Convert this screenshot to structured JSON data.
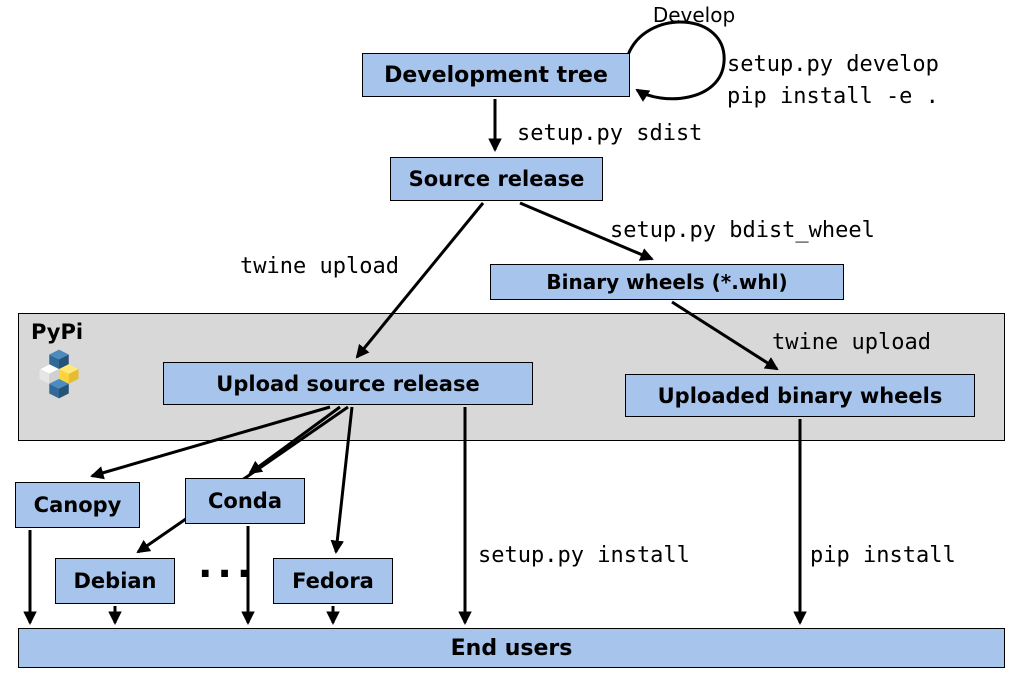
{
  "nodes": {
    "development_tree": "Development tree",
    "source_release": "Source release",
    "binary_wheels": "Binary wheels (*.whl)",
    "upload_source_release": "Upload source release",
    "uploaded_binary_wheels": "Uploaded binary wheels",
    "canopy": "Canopy",
    "conda": "Conda",
    "debian": "Debian",
    "fedora": "Fedora",
    "more_distros": "...",
    "end_users": "End users"
  },
  "labels": {
    "develop": "Develop",
    "develop_cmd_1": "setup.py develop",
    "develop_cmd_2": "pip install -e .",
    "sdist": "setup.py sdist",
    "twine_upload_left": "twine upload",
    "bdist_wheel": "setup.py bdist_wheel",
    "twine_upload_right": "twine upload",
    "setup_install": "setup.py install",
    "pip_install": "pip install"
  },
  "regions": {
    "pypi": "PyPi"
  },
  "colors": {
    "node_fill": "#a7c4ec",
    "node_border": "#000000",
    "region_fill": "#d8d8d8",
    "arrow": "#000000",
    "background": "#ffffff",
    "pypi_logo_blue": "#3775A9",
    "pypi_logo_yellow": "#FFD43B"
  }
}
